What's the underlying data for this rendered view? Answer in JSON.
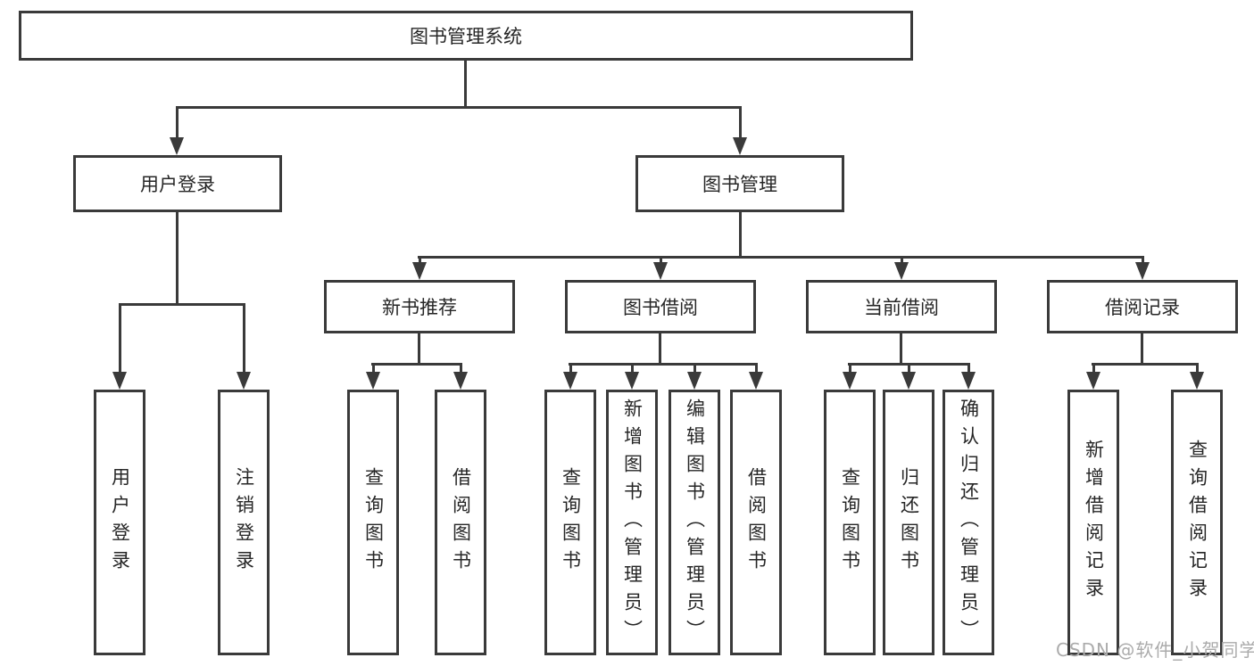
{
  "tree": {
    "root": "图书管理系统",
    "l2": [
      "用户登录",
      "图书管理"
    ],
    "l3": [
      "新书推荐",
      "图书借阅",
      "当前借阅",
      "借阅记录"
    ],
    "leaves": {
      "login": [
        "用户登录",
        "注销登录"
      ],
      "recommend": [
        "查询图书",
        "借阅图书"
      ],
      "borrow": [
        "查询图书",
        "新增图书（管理员）",
        "编辑图书（管理员）",
        "借阅图书"
      ],
      "current": [
        "查询图书",
        "归还图书",
        "确认归还（管理员）"
      ],
      "records": [
        "新增借阅记录",
        "查询借阅记录"
      ]
    }
  },
  "watermark": "CSDN @软件_小贺同学",
  "colors": {
    "line": "#3a3a3a",
    "text": "#262626",
    "box_background": "#ffffff",
    "watermark": "#ababab"
  }
}
